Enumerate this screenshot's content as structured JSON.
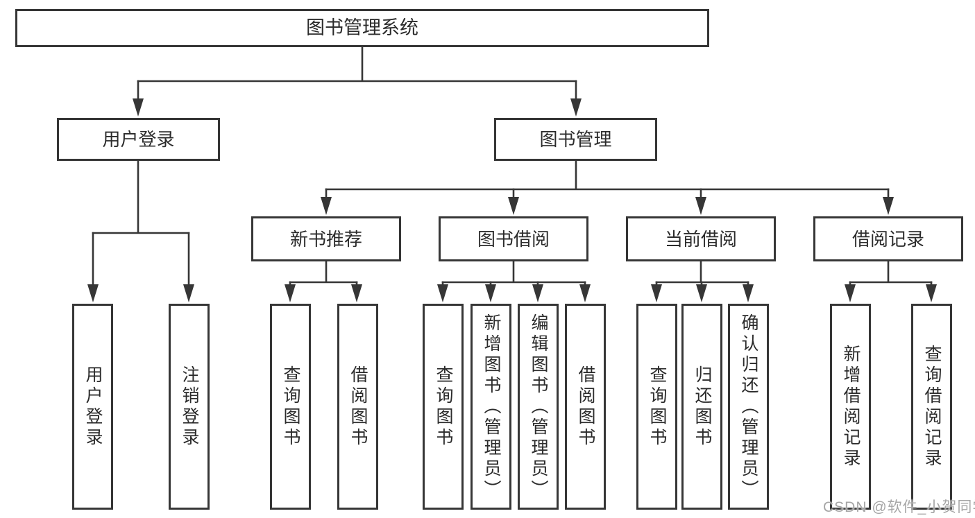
{
  "tree": {
    "root": {
      "label": "图书管理系统"
    },
    "branches": [
      {
        "label": "用户登录",
        "children": [
          {
            "label": "用户登录"
          },
          {
            "label": "注销登录"
          }
        ]
      },
      {
        "label": "图书管理",
        "children": [
          {
            "label": "新书推荐",
            "children": [
              {
                "label": "查询图书"
              },
              {
                "label": "借阅图书"
              }
            ]
          },
          {
            "label": "图书借阅",
            "children": [
              {
                "label": "查询图书"
              },
              {
                "label": "新增图书（管理员）"
              },
              {
                "label": "编辑图书（管理员）"
              },
              {
                "label": "借阅图书"
              }
            ]
          },
          {
            "label": "当前借阅",
            "children": [
              {
                "label": "查询图书"
              },
              {
                "label": "归还图书"
              },
              {
                "label": "确认归还（管理员）"
              }
            ]
          },
          {
            "label": "借阅记录",
            "children": [
              {
                "label": "新增借阅记录"
              },
              {
                "label": "查询借阅记录"
              }
            ]
          }
        ]
      }
    ]
  },
  "watermark": {
    "text": "CSDN @软件_小贺同学"
  },
  "colors": {
    "line": "#363636",
    "text": "#2b2b2b",
    "watermark": "#a6a6a6",
    "background": "#ffffff"
  }
}
